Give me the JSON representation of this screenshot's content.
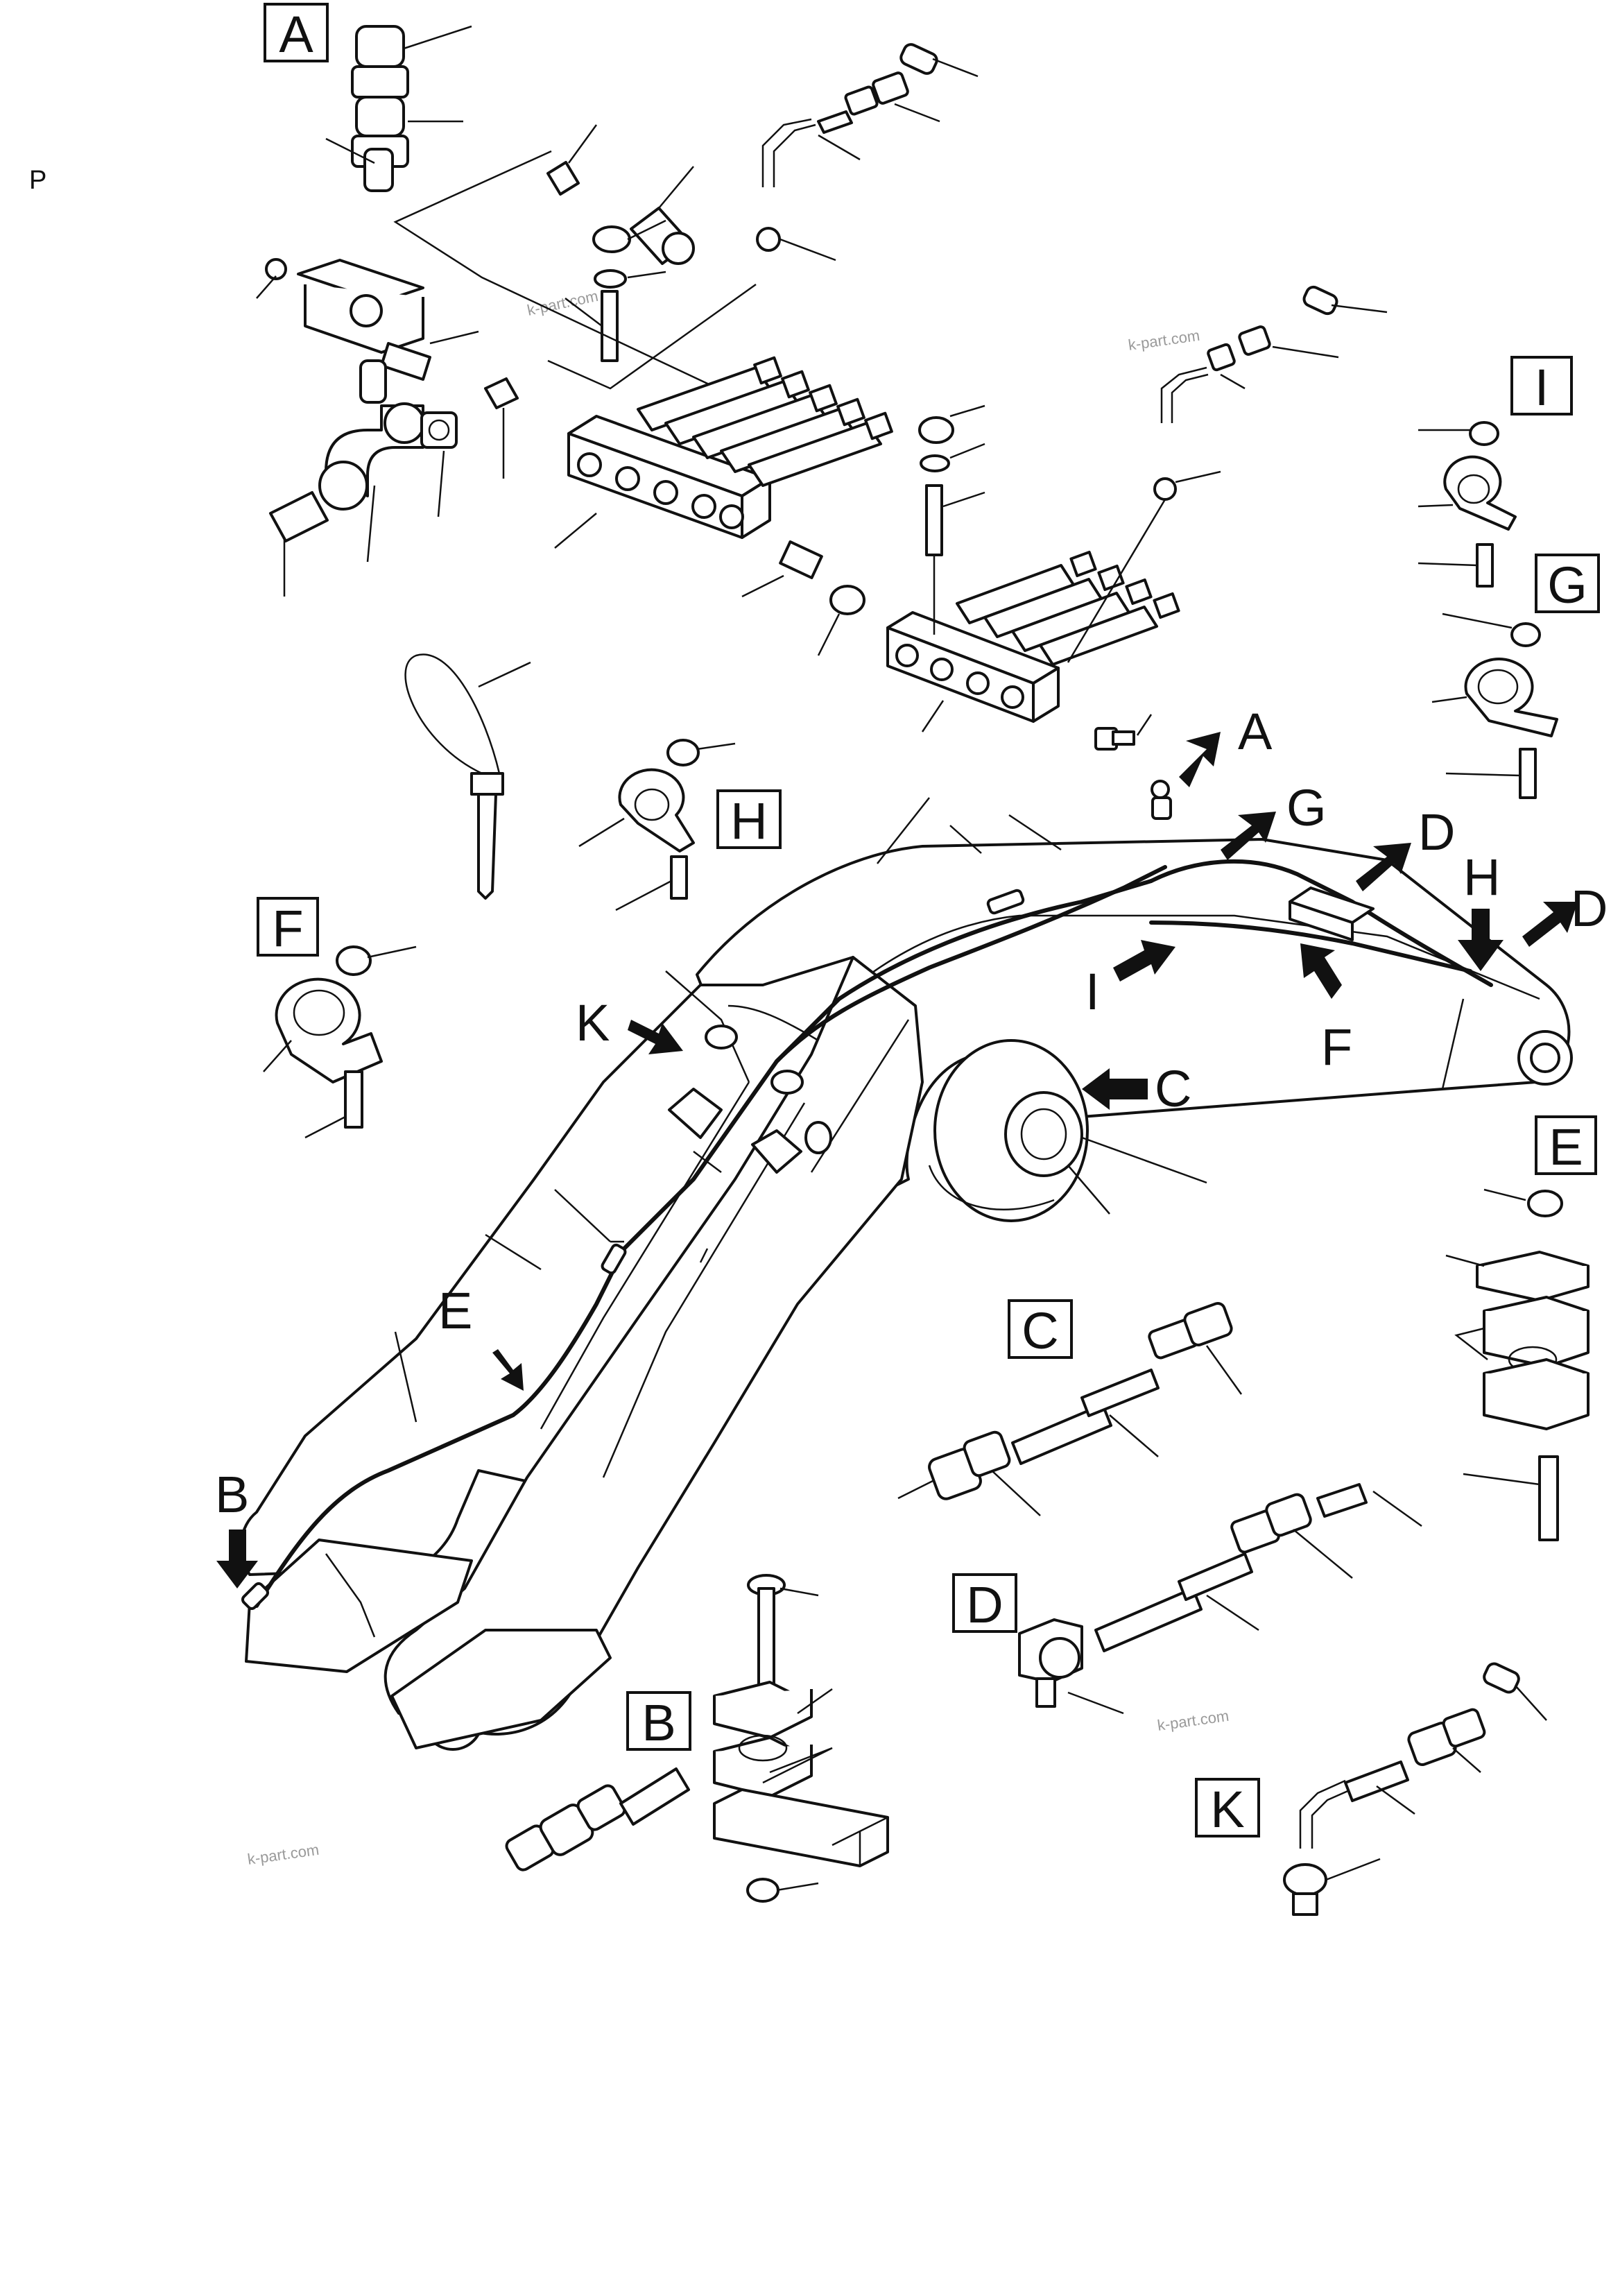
{
  "corner_mark": "P",
  "watermark": "k-part.com",
  "detail_labels": {
    "A": "A",
    "B": "B",
    "C": "C",
    "D": "D",
    "E": "E",
    "F": "F",
    "G": "G",
    "H": "H",
    "I": "I",
    "K": "K"
  },
  "arrow_labels": {
    "A": "A",
    "B": "B",
    "C": "C",
    "D1": "D",
    "D2": "D",
    "E": "E",
    "F": "F",
    "G": "G",
    "H": "H",
    "I": "I",
    "K": "K"
  }
}
